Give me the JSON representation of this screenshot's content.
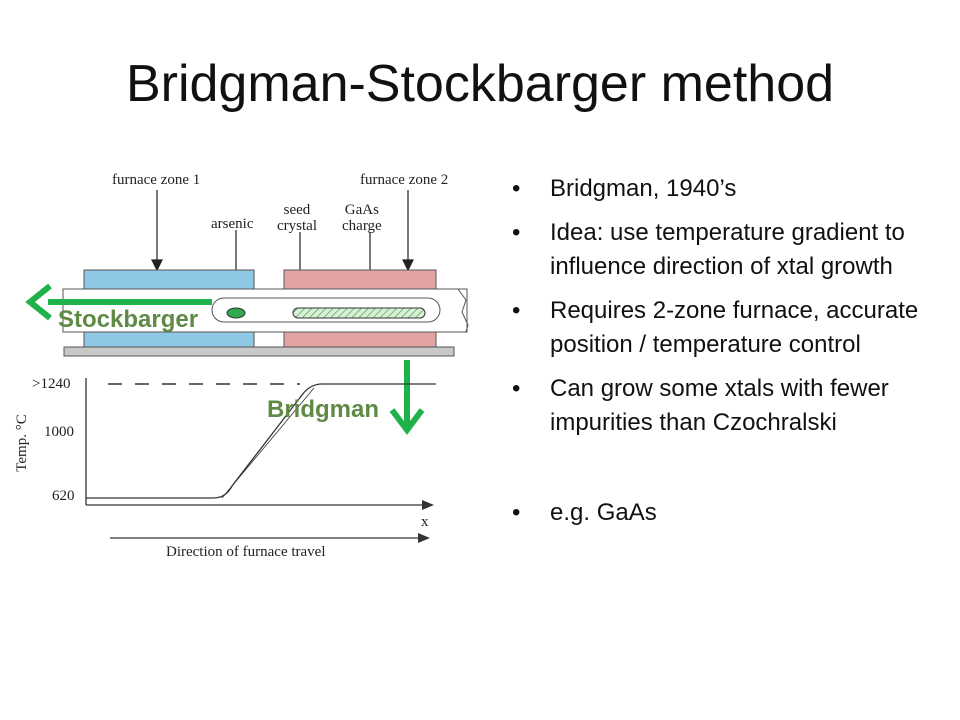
{
  "slide": {
    "title": "Bridgman-Stockbarger method"
  },
  "bullets": [
    {
      "text": "Bridgman, 1940’s"
    },
    {
      "text": "Idea: use temperature gradient to influence direction of xtal growth"
    },
    {
      "text": "Requires 2-zone furnace, accurate position / temperature control"
    },
    {
      "text": "Can grow some xtals with fewer impurities than Czochralski"
    },
    {
      "text": "e.g. GaAs"
    }
  ],
  "bullet_glyph": "•",
  "diagram": {
    "labels": {
      "zone1": "furnace zone 1",
      "zone2": "furnace zone 2",
      "arsenic": "arsenic",
      "seed_line1": "seed",
      "seed_line2": "crystal",
      "gaas_line1": "GaAs",
      "gaas_line2": "charge",
      "ytitle": "Temp. °C",
      "t_high": ">1240",
      "t_mid": "1000",
      "t_low": "620",
      "xaxis": "x",
      "travel": "Direction of furnace travel"
    },
    "arrows": {
      "stockbarger": "Stockbarger",
      "bridgman": "Bridgman"
    },
    "colors": {
      "zone1_fill": "#8ec8e4",
      "zone2_fill": "#e2a3a3",
      "arrow_green": "#1fb24a",
      "label_green": "#5f8a45",
      "arsenic_green": "#2fa84f"
    }
  }
}
